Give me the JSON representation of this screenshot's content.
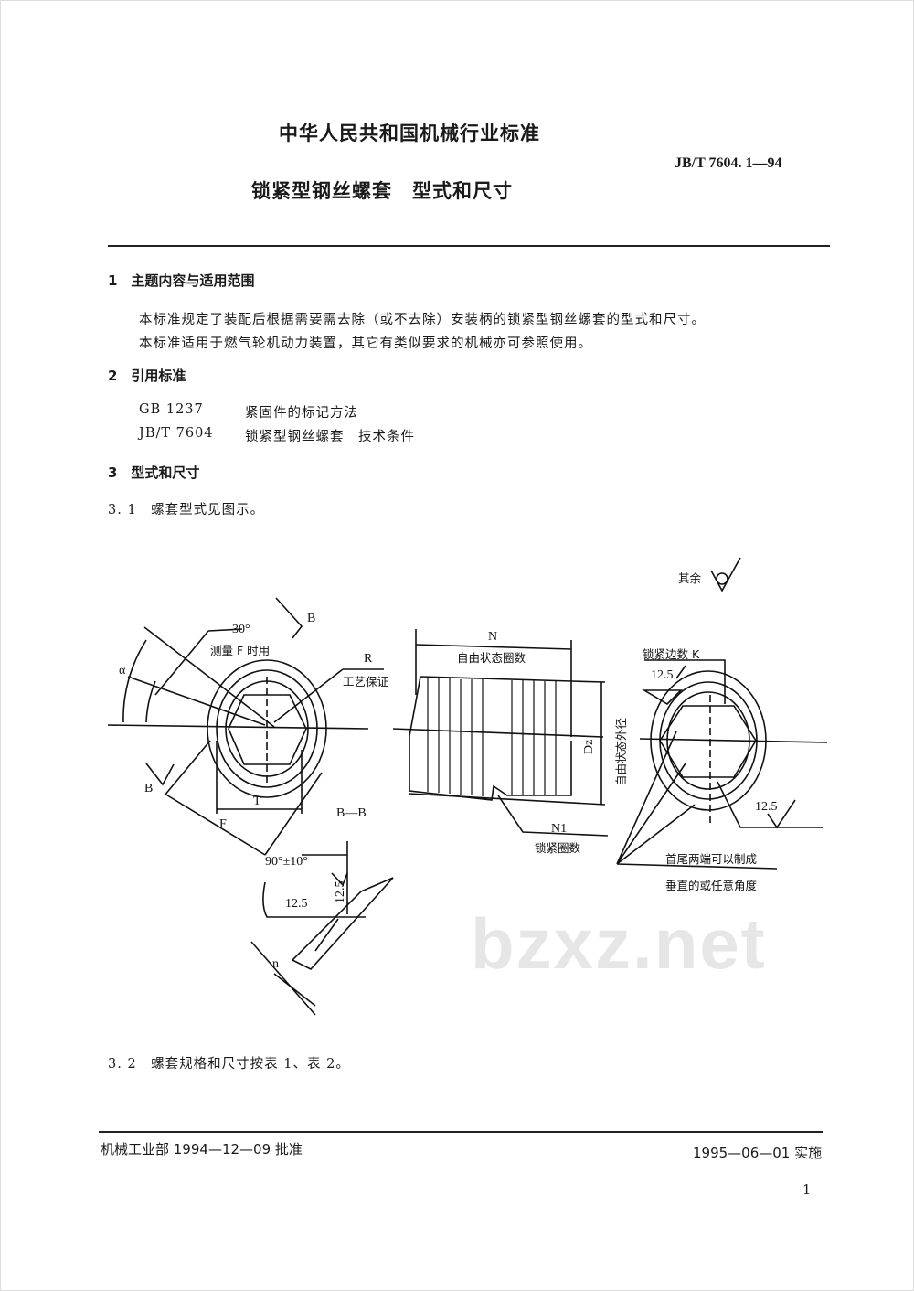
{
  "watermark": "bzxz.net",
  "header": {
    "org_title": "中华人民共和国机械行业标准",
    "doc_title": "锁紧型钢丝螺套　型式和尺寸",
    "code": "JB/T 7604. 1—94"
  },
  "sections": {
    "s1": {
      "heading": "1　主题内容与适用范围",
      "p1": "本标准规定了装配后根据需要需去除（或不去除）安装柄的锁紧型钢丝螺套的型式和尺寸。",
      "p2": "本标准适用于燃气轮机动力装置，其它有类似要求的机械亦可参照使用。"
    },
    "s2": {
      "heading": "2　引用标准",
      "refs": [
        {
          "code": "GB 1237",
          "title": "紧固件的标记方法"
        },
        {
          "code": "JB/T 7604",
          "title": "锁紧型钢丝螺套　技术条件"
        }
      ]
    },
    "s3": {
      "heading": "3　型式和尺寸",
      "p31": "3. 1　螺套型式见图示。",
      "p32": "3. 2　螺套规格和尺寸按表 1、表 2。"
    }
  },
  "figure": {
    "rest": "其余",
    "angle30": "30°",
    "measure_f": "测量 F 时用",
    "alpha": "α",
    "b": "B",
    "r": "R",
    "process": "工艺保证",
    "t": "T",
    "f": "F",
    "bb": "B—B",
    "angle90": "90°±10°",
    "rough": "12.5",
    "n_small": "n",
    "n": "N",
    "free_coils": "自由状态圈数",
    "dz": "Dz",
    "free_od": "自由状态外径",
    "n1": "N1",
    "lock_coils": "锁紧圈数",
    "lock_sides": "锁紧边数 K",
    "ends_1": "首尾两端可以制成",
    "ends_2": "垂直的或任意角度"
  },
  "footer": {
    "approve": "机械工业部 1994—12—09 批准",
    "implement": "1995—06—01 实施",
    "page": "1"
  }
}
